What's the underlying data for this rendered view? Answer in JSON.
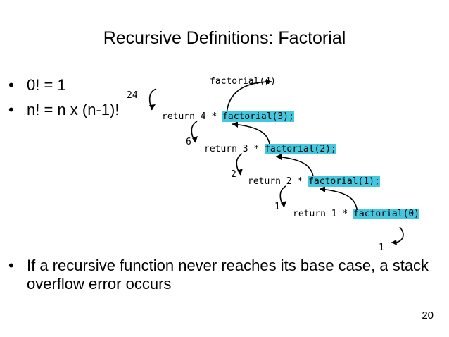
{
  "slide": {
    "title": "Recursive Definitions: Factorial",
    "page_number": "20",
    "bullet_marker": "•",
    "bullets": [
      {
        "text": "0! = 1"
      },
      {
        "text": "n! = n x (n-1)!"
      },
      {
        "text": "If a recursive function never reaches its base case, a stack overflow error occurs"
      }
    ],
    "diagram": {
      "highlight_color": "#45c7e0",
      "lines": [
        {
          "prefix": "",
          "call": "factorial(4)",
          "highlight": false,
          "result": "24"
        },
        {
          "prefix": "return 4 * ",
          "call": "factorial(3);",
          "highlight": true,
          "result": "6"
        },
        {
          "prefix": "return 3 * ",
          "call": "factorial(2);",
          "highlight": true,
          "result": "2"
        },
        {
          "prefix": "return 2 * ",
          "call": "factorial(1);",
          "highlight": true,
          "result": "1"
        },
        {
          "prefix": "return 1 * ",
          "call": "factorial(0)",
          "highlight": true,
          "result": "1"
        }
      ]
    }
  }
}
